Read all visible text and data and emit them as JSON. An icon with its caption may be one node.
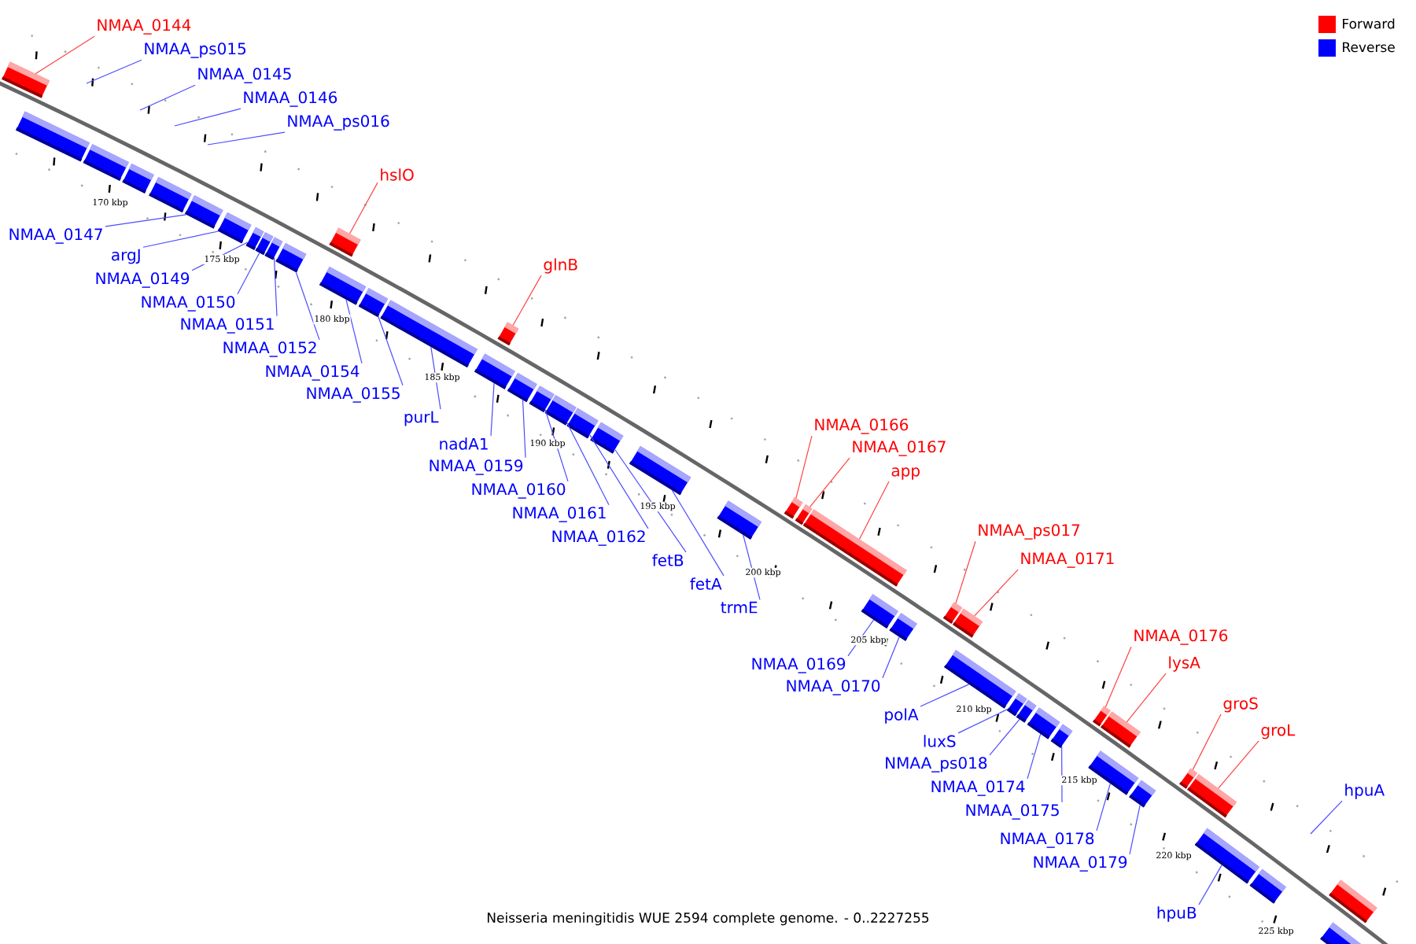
{
  "diagram": {
    "caption": "Neisseria meningitidis WUE 2594 complete genome. - 0..2227255",
    "nodes": [
      {
        "text": [
          "NMAA_0144"
        ]
      },
      {
        "text": [
          "NMAA_ps015"
        ]
      },
      {
        "text": [
          "NMAA_0145"
        ]
      },
      {
        "text": [
          "NMAA_0146"
        ]
      },
      {
        "text": [
          "NMAA_ps016"
        ]
      },
      {
        "text": [
          "hslO"
        ]
      },
      {
        "text": [
          "NMAA_0147"
        ]
      },
      {
        "text": [
          "argJ"
        ]
      },
      {
        "text": [
          "NMAA_0149"
        ]
      },
      {
        "text": [
          "NMAA_0150"
        ]
      },
      {
        "text": [
          "NMAA_0151"
        ]
      },
      {
        "text": [
          "NMAA_0152"
        ]
      },
      {
        "text": [
          "glnB"
        ]
      },
      {
        "text": [
          "NMAA_0154"
        ]
      },
      {
        "text": [
          "NMAA_0155"
        ]
      },
      {
        "text": [
          "purL"
        ]
      },
      {
        "text": [
          "nadA1"
        ]
      },
      {
        "text": [
          "NMAA_0159"
        ]
      },
      {
        "text": [
          "NMAA_0160"
        ]
      },
      {
        "text": [
          "NMAA_0161"
        ]
      },
      {
        "text": [
          "NMAA_0162"
        ]
      },
      {
        "text": [
          "fetB"
        ]
      },
      {
        "text": [
          "fetA"
        ]
      },
      {
        "text": [
          "NMAA_0166"
        ]
      },
      {
        "text": [
          "NMAA_0167"
        ]
      },
      {
        "text": [
          "app"
        ]
      },
      {
        "text": [
          "trmE"
        ]
      },
      {
        "text": [
          "NMAA_ps017"
        ]
      },
      {
        "text": [
          "NMAA_0171"
        ]
      },
      {
        "text": [
          "NMAA_0169"
        ]
      },
      {
        "text": [
          "NMAA_0170"
        ]
      },
      {
        "text": [
          "NMAA_0176"
        ]
      },
      {
        "text": [
          "lysA"
        ]
      },
      {
        "text": [
          "polA"
        ]
      },
      {
        "text": [
          "luxS"
        ]
      },
      {
        "text": [
          "NMAA_ps018"
        ]
      },
      {
        "text": [
          "NMAA_0174"
        ]
      },
      {
        "text": [
          "NMAA_0175"
        ]
      },
      {
        "text": [
          "groS"
        ]
      },
      {
        "text": [
          "groL"
        ]
      },
      {
        "text": [
          "NMAA_0178"
        ]
      },
      {
        "text": [
          "NMAA_0179"
        ]
      },
      {
        "text": [
          "hpuA"
        ]
      },
      {
        "text": [
          "hpuB"
        ]
      },
      {
        "text": [],
        "shape": "box"
      },
      {
        "text": [],
        "shape": "box"
      },
      {
        "text": [],
        "shape": "box"
      },
      {
        "text": [],
        "shape": "box"
      },
      {
        "text": [],
        "shape": "box"
      },
      {
        "text": [],
        "shape": "box"
      },
      {
        "text": [],
        "shape": "box"
      },
      {
        "text": [],
        "shape": "box"
      },
      {
        "text": [],
        "shape": "box"
      },
      {
        "text": [],
        "shape": "box"
      },
      {
        "text": [],
        "shape": "box"
      },
      {
        "text": [],
        "shape": "box"
      },
      {
        "text": [],
        "shape": "box"
      },
      {
        "text": [],
        "shape": "box"
      },
      {
        "text": [],
        "shape": "box"
      },
      {
        "text": [],
        "shape": "box"
      },
      {
        "text": [],
        "shape": "box"
      },
      {
        "text": [],
        "shape": "box"
      },
      {
        "text": [],
        "shape": "box"
      },
      {
        "text": [],
        "shape": "box"
      },
      {
        "text": [],
        "shape": "box"
      },
      {
        "text": [],
        "shape": "box"
      },
      {
        "text": [],
        "shape": "box"
      },
      {
        "text": [],
        "shape": "box"
      },
      {
        "text": [],
        "shape": "box"
      },
      {
        "text": [],
        "shape": "box"
      },
      {
        "text": [],
        "shape": "box"
      },
      {
        "text": [],
        "shape": "box"
      },
      {
        "text": [],
        "shape": "box"
      },
      {
        "text": [],
        "shape": "box"
      },
      {
        "text": [],
        "shape": "box"
      },
      {
        "text": [],
        "shape": "box"
      },
      {
        "text": [],
        "shape": "box"
      },
      {
        "text": [],
        "shape": "box"
      },
      {
        "text": [],
        "shape": "box"
      },
      {
        "text": [],
        "shape": "box"
      },
      {
        "text": [],
        "shape": "box"
      },
      {
        "text": [],
        "shape": "box"
      },
      {
        "text": [],
        "shape": "box"
      },
      {
        "text": [],
        "shape": "box"
      },
      {
        "text": [],
        "shape": "box"
      },
      {
        "text": [],
        "shape": "box"
      },
      {
        "text": [],
        "shape": "box"
      },
      {
        "text": [],
        "shape": "box"
      },
      {
        "text": [],
        "shape": "box"
      },
      {
        "text": [],
        "shape": "box"
      }
    ],
    "edges": [
      {
        "from": 0,
        "to": 44,
        "arrow": "none",
        "color": "#ff2020"
      },
      {
        "from": 1,
        "to": null,
        "arrow": "none"
      },
      {
        "from": 2,
        "to": null,
        "arrow": "none"
      },
      {
        "from": 3,
        "to": null,
        "arrow": "none"
      },
      {
        "from": 4,
        "to": null,
        "arrow": "none"
      },
      {
        "from": 5,
        "to": 55,
        "arrow": "none",
        "color": "#ff2020"
      },
      {
        "from": 6,
        "to": 49,
        "arrow": "none"
      },
      {
        "from": 7,
        "to": 50,
        "arrow": "none"
      },
      {
        "from": 8,
        "to": 51,
        "arrow": "none"
      },
      {
        "from": 9,
        "to": 52,
        "arrow": "none"
      },
      {
        "from": 10,
        "to": 53,
        "arrow": "none"
      },
      {
        "from": 11,
        "to": 54,
        "arrow": "none"
      },
      {
        "from": 12,
        "to": 60,
        "arrow": "none",
        "color": "#ff2020"
      },
      {
        "from": 13,
        "to": 56,
        "arrow": "none"
      },
      {
        "from": 14,
        "to": 57,
        "arrow": "none"
      },
      {
        "from": 15,
        "to": 58,
        "arrow": "none"
      },
      {
        "from": 16,
        "to": 59,
        "arrow": "none"
      },
      {
        "from": 17,
        "to": 61,
        "arrow": "none"
      },
      {
        "from": 18,
        "to": 62,
        "arrow": "none"
      },
      {
        "from": 19,
        "to": 63,
        "arrow": "none"
      },
      {
        "from": 20,
        "to": 64,
        "arrow": "none"
      },
      {
        "from": 21,
        "to": 65,
        "arrow": "none"
      },
      {
        "from": 22,
        "to": 66,
        "arrow": "none"
      },
      {
        "from": 23,
        "to": 68,
        "arrow": "none",
        "color": "#ff2020"
      },
      {
        "from": 24,
        "to": 69,
        "arrow": "none",
        "color": "#ff2020"
      },
      {
        "from": 25,
        "to": 70,
        "arrow": "none",
        "color": "#ff2020"
      },
      {
        "from": 26,
        "to": 67,
        "arrow": "none"
      },
      {
        "from": 27,
        "to": 73,
        "arrow": "none",
        "color": "#ff2020"
      },
      {
        "from": 28,
        "to": 74,
        "arrow": "none",
        "color": "#ff2020"
      },
      {
        "from": 29,
        "to": 71,
        "arrow": "none"
      },
      {
        "from": 30,
        "to": 72,
        "arrow": "none"
      },
      {
        "from": 31,
        "to": 80,
        "arrow": "none",
        "color": "#ff2020"
      },
      {
        "from": 32,
        "to": 81,
        "arrow": "none",
        "color": "#ff2020"
      },
      {
        "from": 33,
        "to": 75,
        "arrow": "none"
      },
      {
        "from": 34,
        "to": 76,
        "arrow": "none"
      },
      {
        "from": 35,
        "to": 77,
        "arrow": "none"
      },
      {
        "from": 36,
        "to": 78,
        "arrow": "none"
      },
      {
        "from": 37,
        "to": 79,
        "arrow": "none"
      },
      {
        "from": 38,
        "to": 84,
        "arrow": "none",
        "color": "#ff2020"
      },
      {
        "from": 39,
        "to": 85,
        "arrow": "none",
        "color": "#ff2020"
      },
      {
        "from": 40,
        "to": 82,
        "arrow": "none"
      },
      {
        "from": 41,
        "to": 83,
        "arrow": "none"
      },
      {
        "from": 42,
        "to": null,
        "arrow": "none"
      },
      {
        "from": 43,
        "to": 86,
        "arrow": "none"
      }
    ],
    "labels": [
      "170 kbp",
      "175 kbp",
      "180 kbp",
      "185 kbp",
      "190 kbp",
      "195 kbp",
      "200 kbp",
      "205 kbp",
      "210 kbp",
      "215 kbp",
      "220 kbp",
      "225 kbp"
    ],
    "legend": [
      {
        "text": "Forward",
        "color": "#ff0000"
      },
      {
        "text": "Reverse",
        "color": "#0000ff"
      }
    ]
  }
}
